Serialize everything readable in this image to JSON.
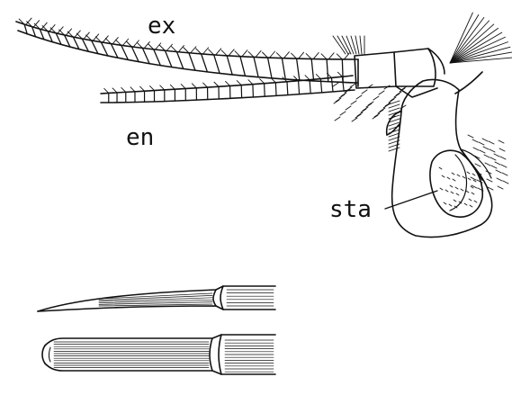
{
  "labels": {
    "exopod": "ex",
    "endopod": "en",
    "statocyst": "sta"
  },
  "colors": {
    "ink": "#111111",
    "paper": "#ffffff"
  }
}
